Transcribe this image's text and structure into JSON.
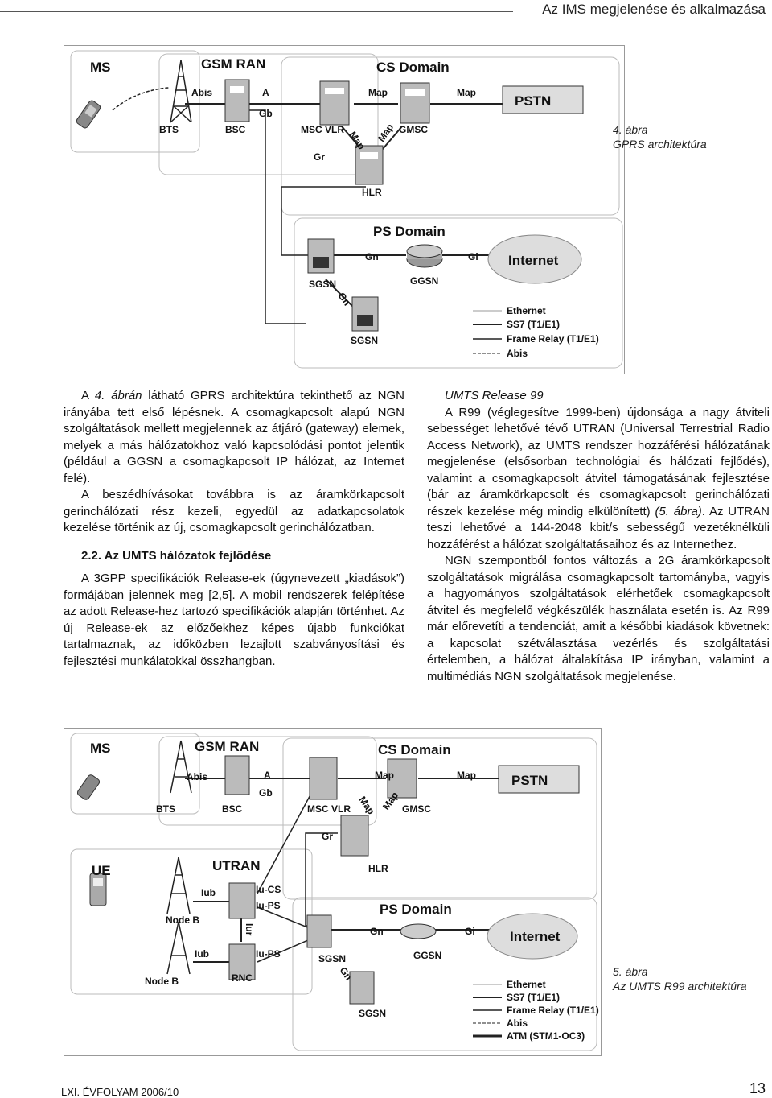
{
  "header": {
    "title": "Az IMS megjelenése és alkalmazása"
  },
  "figure4": {
    "caption_num": "4. ábra",
    "caption_text": "GPRS architektúra",
    "labels": {
      "ms": "MS",
      "gsm_ran": "GSM RAN",
      "cs_domain": "CS Domain",
      "ps_domain": "PS Domain",
      "abis": "Abis",
      "a": "A",
      "gb": "Gb",
      "map1": "Map",
      "map2": "Map",
      "map3": "Map",
      "map4": "Map",
      "pstn": "PSTN",
      "bts": "BTS",
      "bsc": "BSC",
      "msc_vlr": "MSC VLR",
      "gmsc": "GMSC",
      "gr": "Gr",
      "hlr": "HLR",
      "gn": "Gn",
      "gi": "Gi",
      "internet": "Internet",
      "sgsn1": "SGSN",
      "ggsn": "GGSN",
      "gn2": "Gn",
      "sgsn2": "SGSN"
    },
    "legend": [
      "Ethernet",
      "SS7 (T1/E1)",
      "Frame Relay (T1/E1)",
      "Abis"
    ]
  },
  "left_column": {
    "p1_a": "A ",
    "p1_ref": "4. ábrán",
    "p1_b": " látható GPRS architektúra tekinthető az NGN irányába tett első lépésnek. A csomagkapcsolt alapú NGN szolgáltatások mellett megjelennek az átjáró (gateway) elemek, melyek a más hálózatokhoz való kapcsolódási pontot jelentik (például a GGSN a csomagkapcsolt IP hálózat, az Internet felé).",
    "p2": "A beszédhívásokat továbbra is az áramkörkapcsolt gerinchálózati rész kezeli, egyedül az adatkapcsolatok kezelése történik az új, csomagkapcsolt gerinchálózatban.",
    "section": "2.2. Az UMTS hálózatok fejlődése",
    "p3": "A 3GPP specifikációk Release-ek (úgynevezett „kiadások”) formájában jelennek meg [2,5]. A mobil rendszerek felépítése az adott Release-hez tartozó specifikációk alapján történhet. Az új Release-ek az előzőekhez képes újabb funkciókat tartalmaznak, az időközben lezajlott szabványosítási és fejlesztési munkálatokkal összhangban."
  },
  "right_column": {
    "heading": "UMTS Release 99",
    "p1_a": "A R99 (véglegesítve 1999-ben) újdonsága a nagy átviteli sebességet lehetővé tévő UTRAN (Universal Terrestrial Radio Access Network), az UMTS rendszer hozzáférési hálózatának megjelenése (elsősorban technológiai és hálózati fejlődés), valamint a csomagkapcsolt átvitel támogatásának fejlesztése (bár az áramkörkapcsolt és csomagkapcsolt gerinchálózati részek kezelése még mindig elkülönített) ",
    "p1_ref": "(5. ábra)",
    "p1_b": ". Az UTRAN teszi lehetővé a 144-2048 kbit/s sebességű vezetéknélküli hozzáférést a hálózat szolgáltatásaihoz és az Internethez.",
    "p2": "NGN szempontból fontos változás a 2G áramkörkapcsolt szolgáltatások migrálása csomagkapcsolt tartományba, vagyis a hagyományos szolgáltatások elérhetőek csomagkapcsolt átvitel és megfelelő végkészülék használata esetén is. Az R99 már előrevetíti a tendenciát, amit a későbbi kiadások követnek: a kapcsolat szétválasztása vezérlés és szolgáltatási értelemben, a hálózat általakítása IP irányban, valamint a multimédiás NGN szolgáltatások megjelenése."
  },
  "figure5": {
    "caption_num": "5. ábra",
    "caption_text": "Az UMTS R99 architektúra",
    "labels": {
      "ms": "MS",
      "gsm_ran": "GSM RAN",
      "cs_domain": "CS Domain",
      "abis": "Abis",
      "a": "A",
      "gb": "Gb",
      "map1": "Map",
      "map2": "Map",
      "map3": "Map",
      "map4": "Map",
      "pstn": "PSTN",
      "bts": "BTS",
      "bsc": "BSC",
      "msc_vlr": "MSC VLR",
      "gmsc": "GMSC",
      "gr": "Gr",
      "hlr": "HLR",
      "ue": "UE",
      "utran": "UTRAN",
      "iub1": "Iub",
      "iu_cs1": "Iu-CS",
      "iu_ps1": "Iu-PS",
      "iur": "Iur",
      "iub2": "Iub",
      "iu_ps2": "Iu-PS",
      "node_b1": "Node B",
      "node_b2": "Node B",
      "rnc": "RNC",
      "ps_domain": "PS Domain",
      "gn": "Gn",
      "gi": "Gi",
      "internet": "Internet",
      "sgsn1": "SGSN",
      "ggsn": "GGSN",
      "gn2": "Gn",
      "sgsn2": "SGSN"
    },
    "legend": [
      "Ethernet",
      "SS7 (T1/E1)",
      "Frame Relay (T1/E1)",
      "Abis",
      "ATM (STM1-OC3)"
    ]
  },
  "footer": {
    "left": "LXI. ÉVFOLYAM 2006/10",
    "page": "13"
  }
}
